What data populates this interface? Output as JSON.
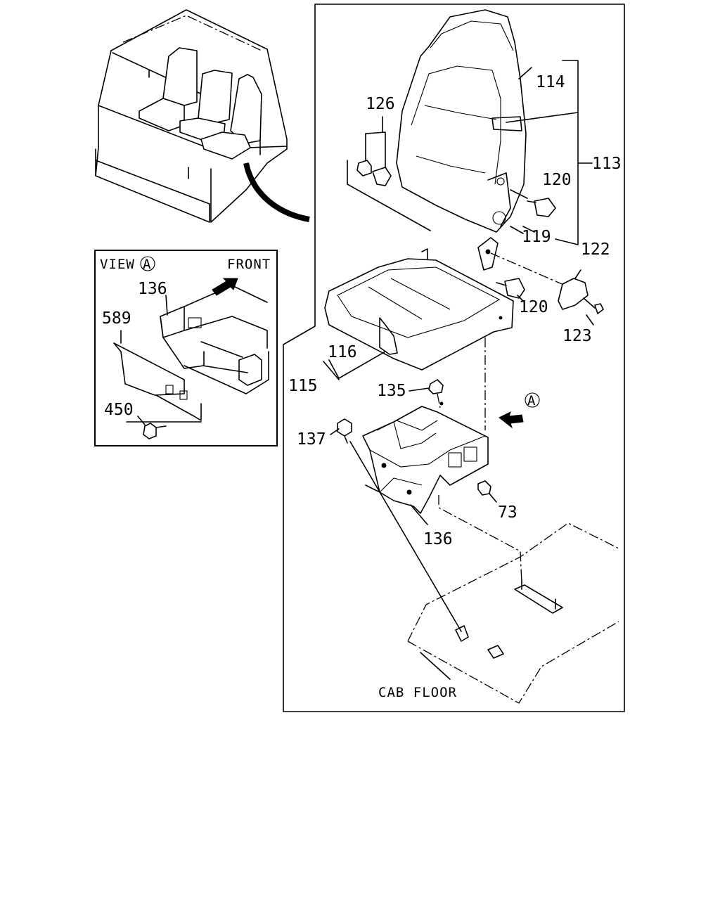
{
  "labels": {
    "p113": "113",
    "p114": "114",
    "p115": "115",
    "p116": "116",
    "p119": "119",
    "p120a": "120",
    "p120b": "120",
    "p122": "122",
    "p123": "123",
    "p126": "126",
    "p135": "135",
    "p136_main": "136",
    "p137": "137",
    "p73": "73",
    "view_136": "136",
    "view_589": "589",
    "view_450": "450"
  },
  "text": {
    "view": "VIEW",
    "view_marker": "A",
    "front": "FRONT",
    "arrow_marker": "A",
    "cab_floor": "CAB FLOOR"
  }
}
